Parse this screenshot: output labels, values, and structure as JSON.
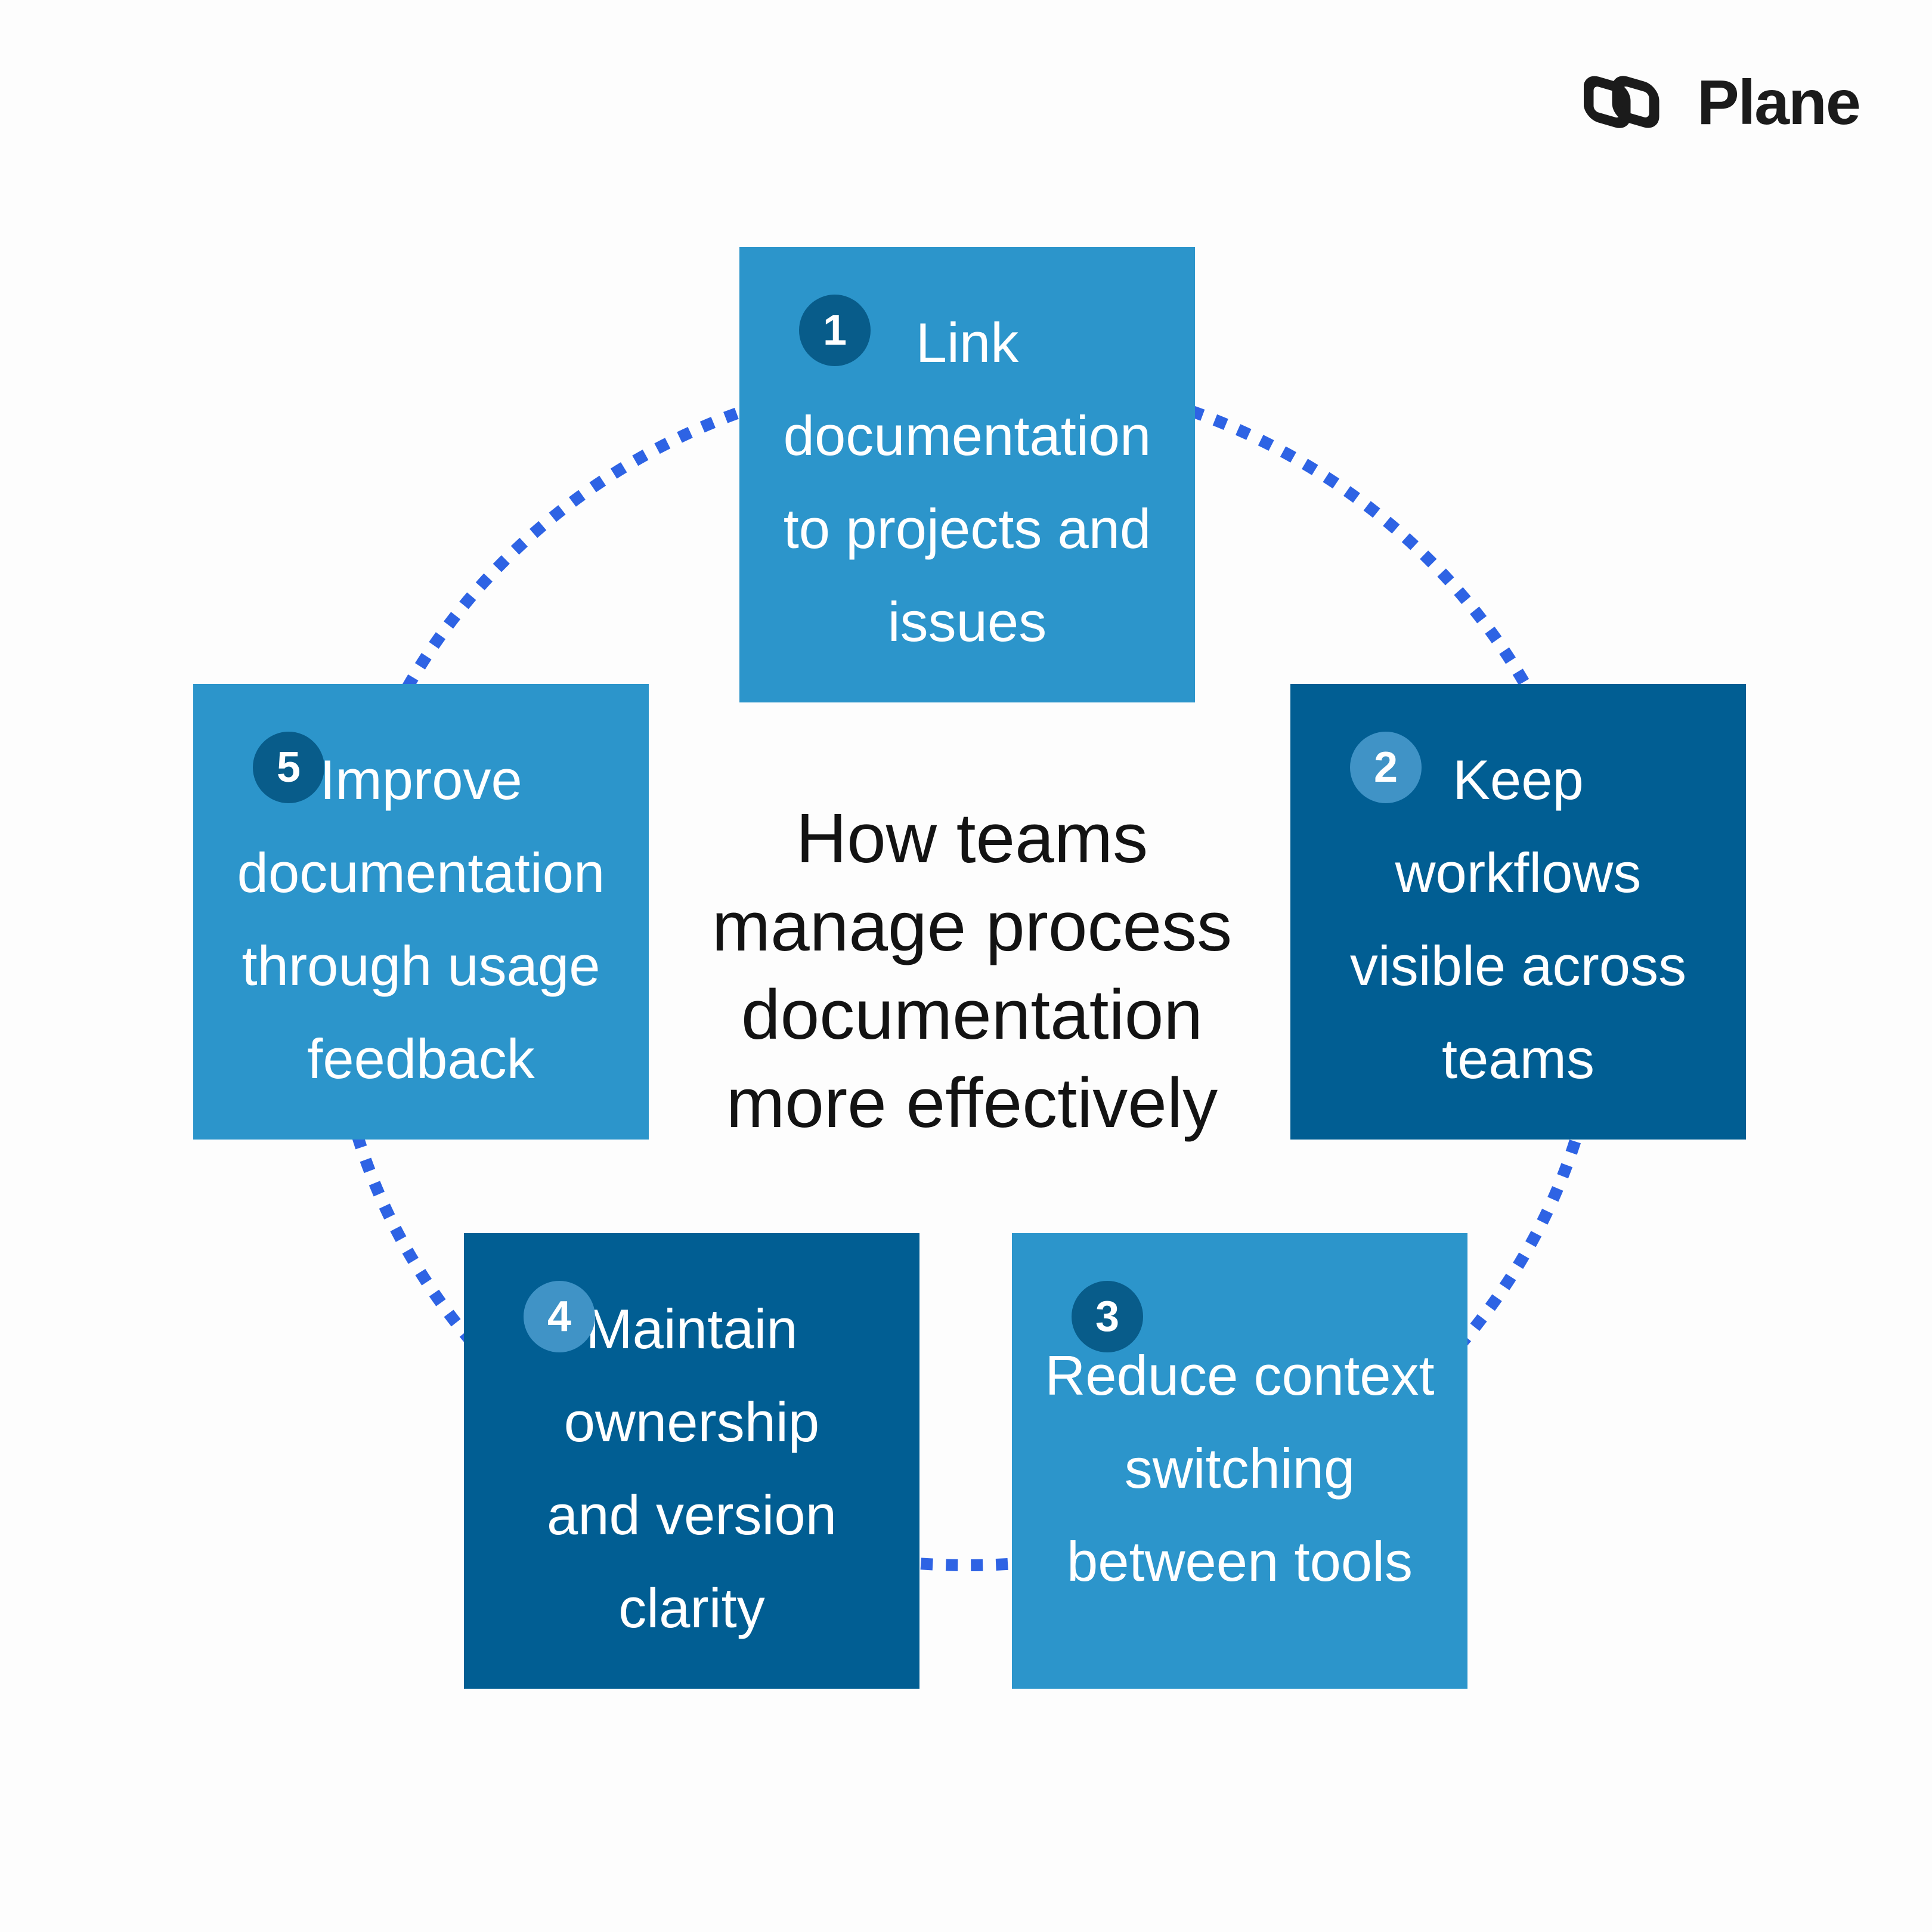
{
  "background": "#FDFDFD",
  "logo": {
    "brand": "Plane"
  },
  "title": {
    "lines": [
      "How teams",
      "manage process",
      "documentation",
      "more effectively"
    ]
  },
  "colors": {
    "background": "#FDFDFD",
    "box-light": "#2C95CB",
    "box-dark": "#015E93",
    "badge-on-light": "#085C8A",
    "badge-on-dark": "#4093C6",
    "dot": "#2E63E4",
    "title-text": "#131313",
    "box-text": "#FFFFFF",
    "logo-text": "#1B1B1B"
  },
  "steps": [
    {
      "number": "1",
      "variant": "light",
      "lines": [
        "Link",
        "documentation",
        "to projects and",
        "issues"
      ]
    },
    {
      "number": "2",
      "variant": "dark",
      "lines": [
        "Keep",
        "workflows",
        "visible across",
        "teams"
      ]
    },
    {
      "number": "3",
      "variant": "light",
      "lines": [
        "Reduce context",
        "switching",
        "between tools"
      ]
    },
    {
      "number": "4",
      "variant": "dark",
      "lines": [
        "Maintain",
        "ownership",
        "and version",
        "clarity"
      ]
    },
    {
      "number": "5",
      "variant": "light",
      "lines": [
        "Improve",
        "documentation",
        "through usage",
        "feedback"
      ]
    }
  ]
}
